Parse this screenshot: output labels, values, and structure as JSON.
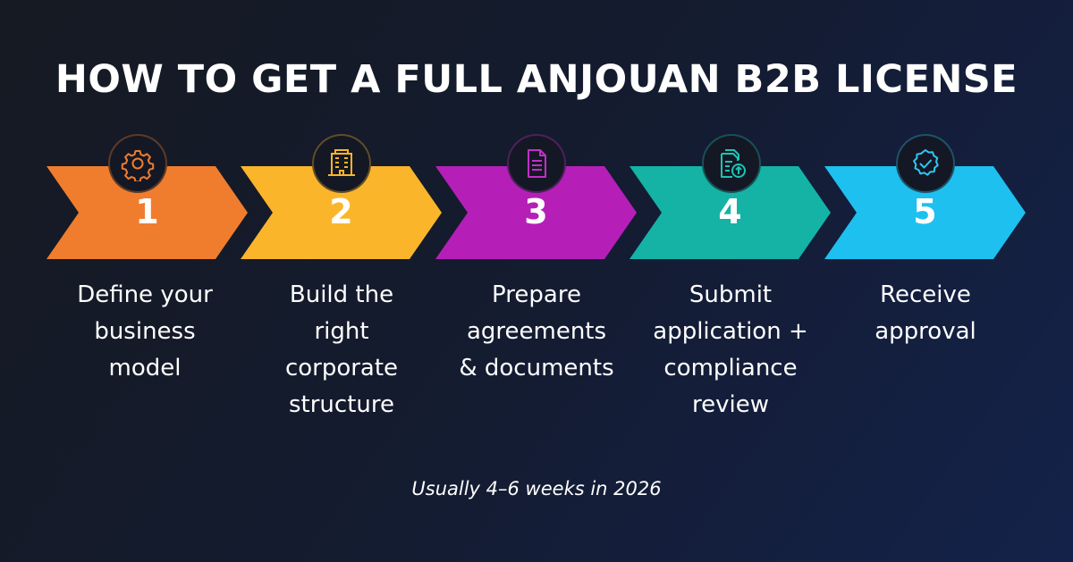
{
  "title": "HOW TO GET A FULL ANJOUAN B2B LICENSE",
  "steps": [
    {
      "number": "1",
      "icon": "gear-icon",
      "color": "#f07d2e",
      "icon_color": "#f07d2e",
      "lines": [
        "Define your",
        "business",
        "model"
      ]
    },
    {
      "number": "2",
      "icon": "office-building-icon",
      "color": "#fbb52b",
      "icon_color": "#fbb52b",
      "lines": [
        "Build the",
        "right",
        "corporate",
        "structure"
      ]
    },
    {
      "number": "3",
      "icon": "document-icon",
      "color": "#b51fb8",
      "icon_color": "#c030c8",
      "lines": [
        "Prepare",
        "agreements",
        "& documents"
      ]
    },
    {
      "number": "4",
      "icon": "upload-document-icon",
      "color": "#14b3a6",
      "icon_color": "#1cc4b4",
      "lines": [
        "Submit",
        "application +",
        "compliance",
        "review"
      ]
    },
    {
      "number": "5",
      "icon": "verified-badge-icon",
      "color": "#1ec0ef",
      "icon_color": "#2ec8f4",
      "lines": [
        "Receive",
        "approval"
      ]
    }
  ],
  "footnote": "Usually 4–6 weeks in 2026"
}
